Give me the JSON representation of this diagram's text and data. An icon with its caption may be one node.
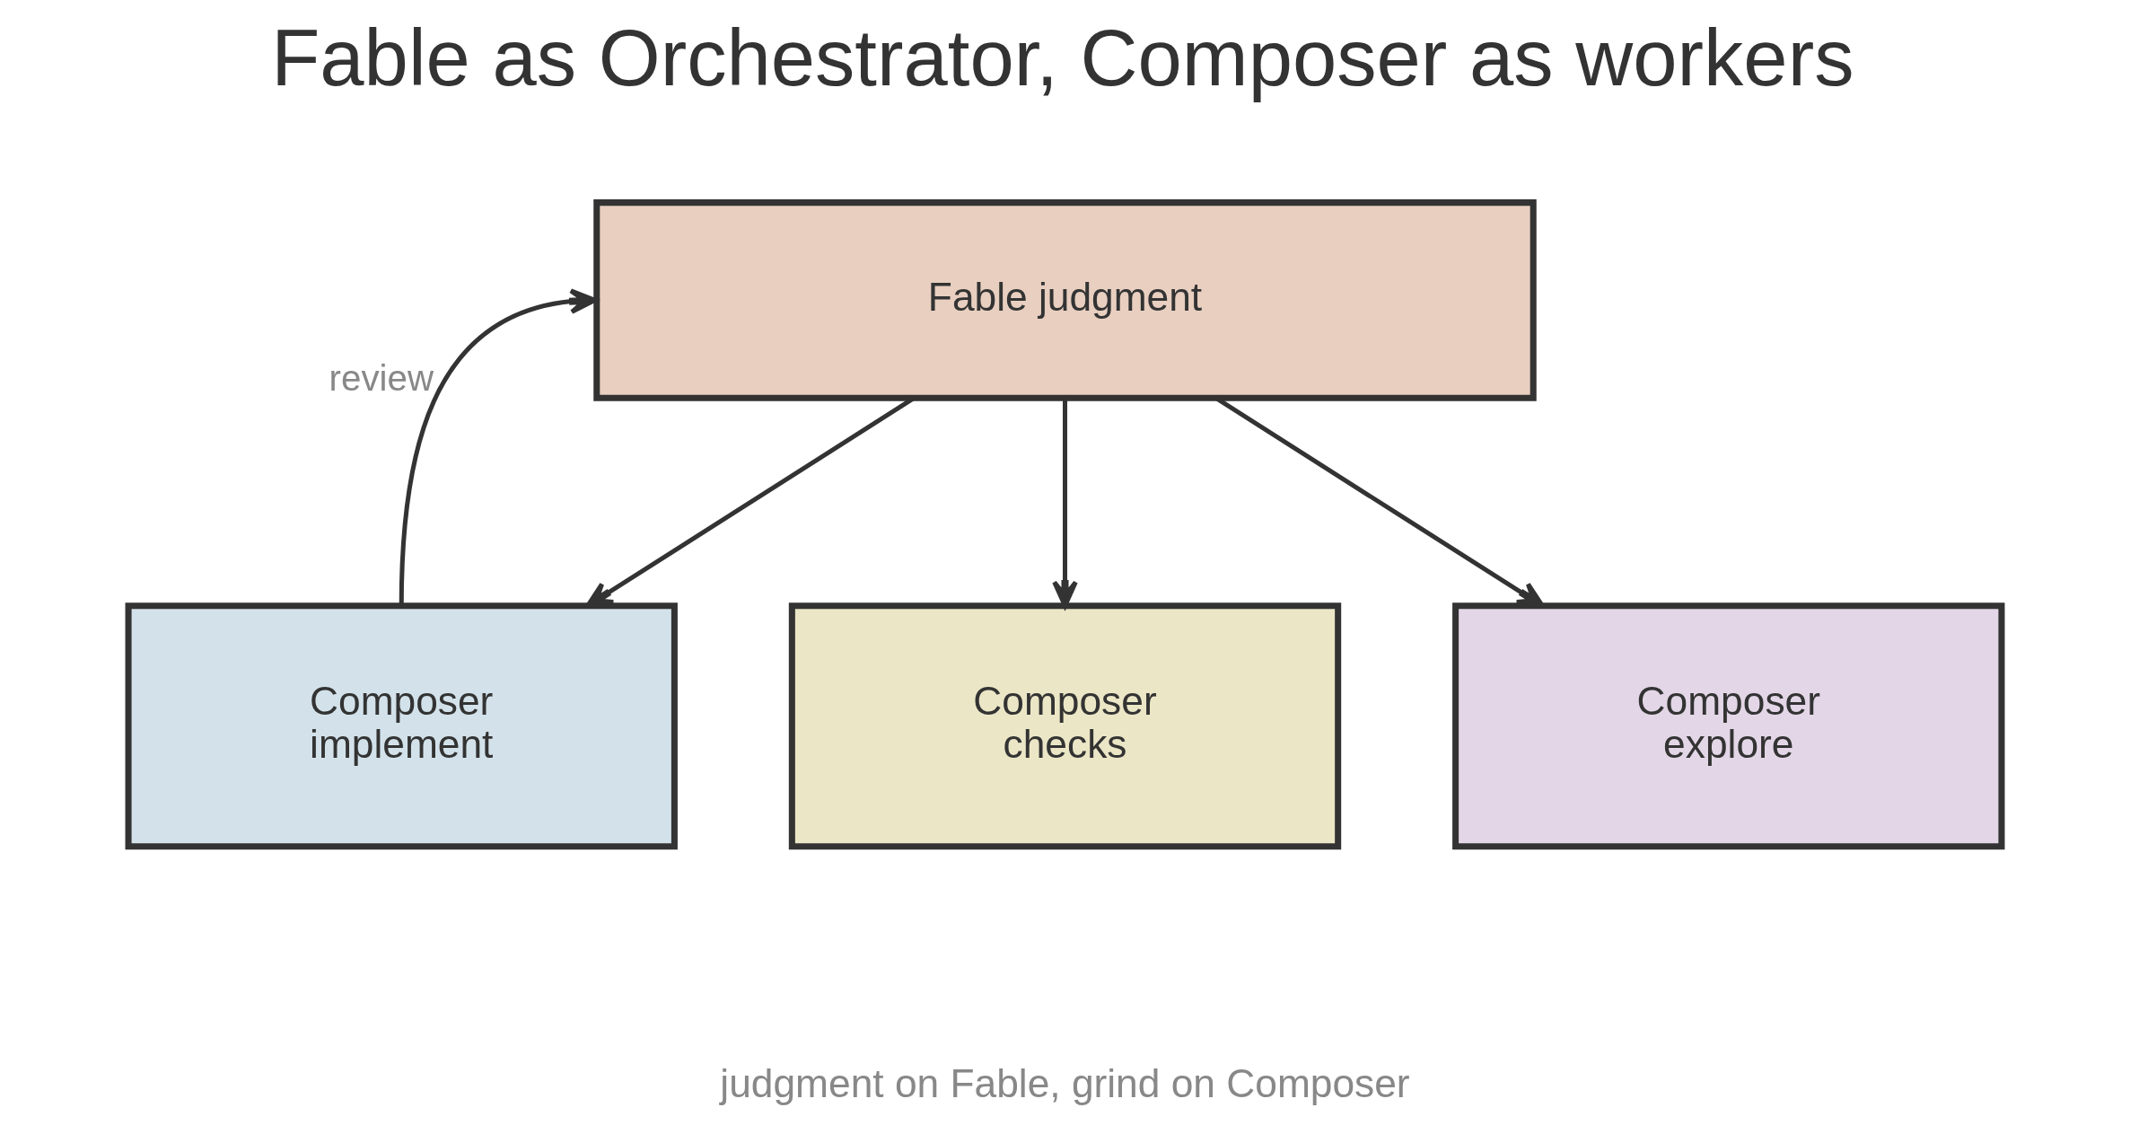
{
  "diagram": {
    "title": "Fable as Orchestrator, Composer as workers",
    "caption": "judgment on Fable, grind on Composer",
    "nodes": [
      {
        "text": [
          "Fable judgment"
        ]
      },
      {
        "text": [
          "Composer implement"
        ]
      },
      {
        "text": [
          "Composer checks"
        ]
      },
      {
        "text": [
          "Composer explore"
        ]
      }
    ],
    "edges": [
      {
        "from": 1,
        "to": 0,
        "arrow": "to",
        "label": "review"
      },
      {
        "from": 0,
        "to": 1,
        "arrow": "to"
      },
      {
        "from": 0,
        "to": 2,
        "arrow": "to"
      },
      {
        "from": 0,
        "to": 3,
        "arrow": "to"
      }
    ]
  }
}
